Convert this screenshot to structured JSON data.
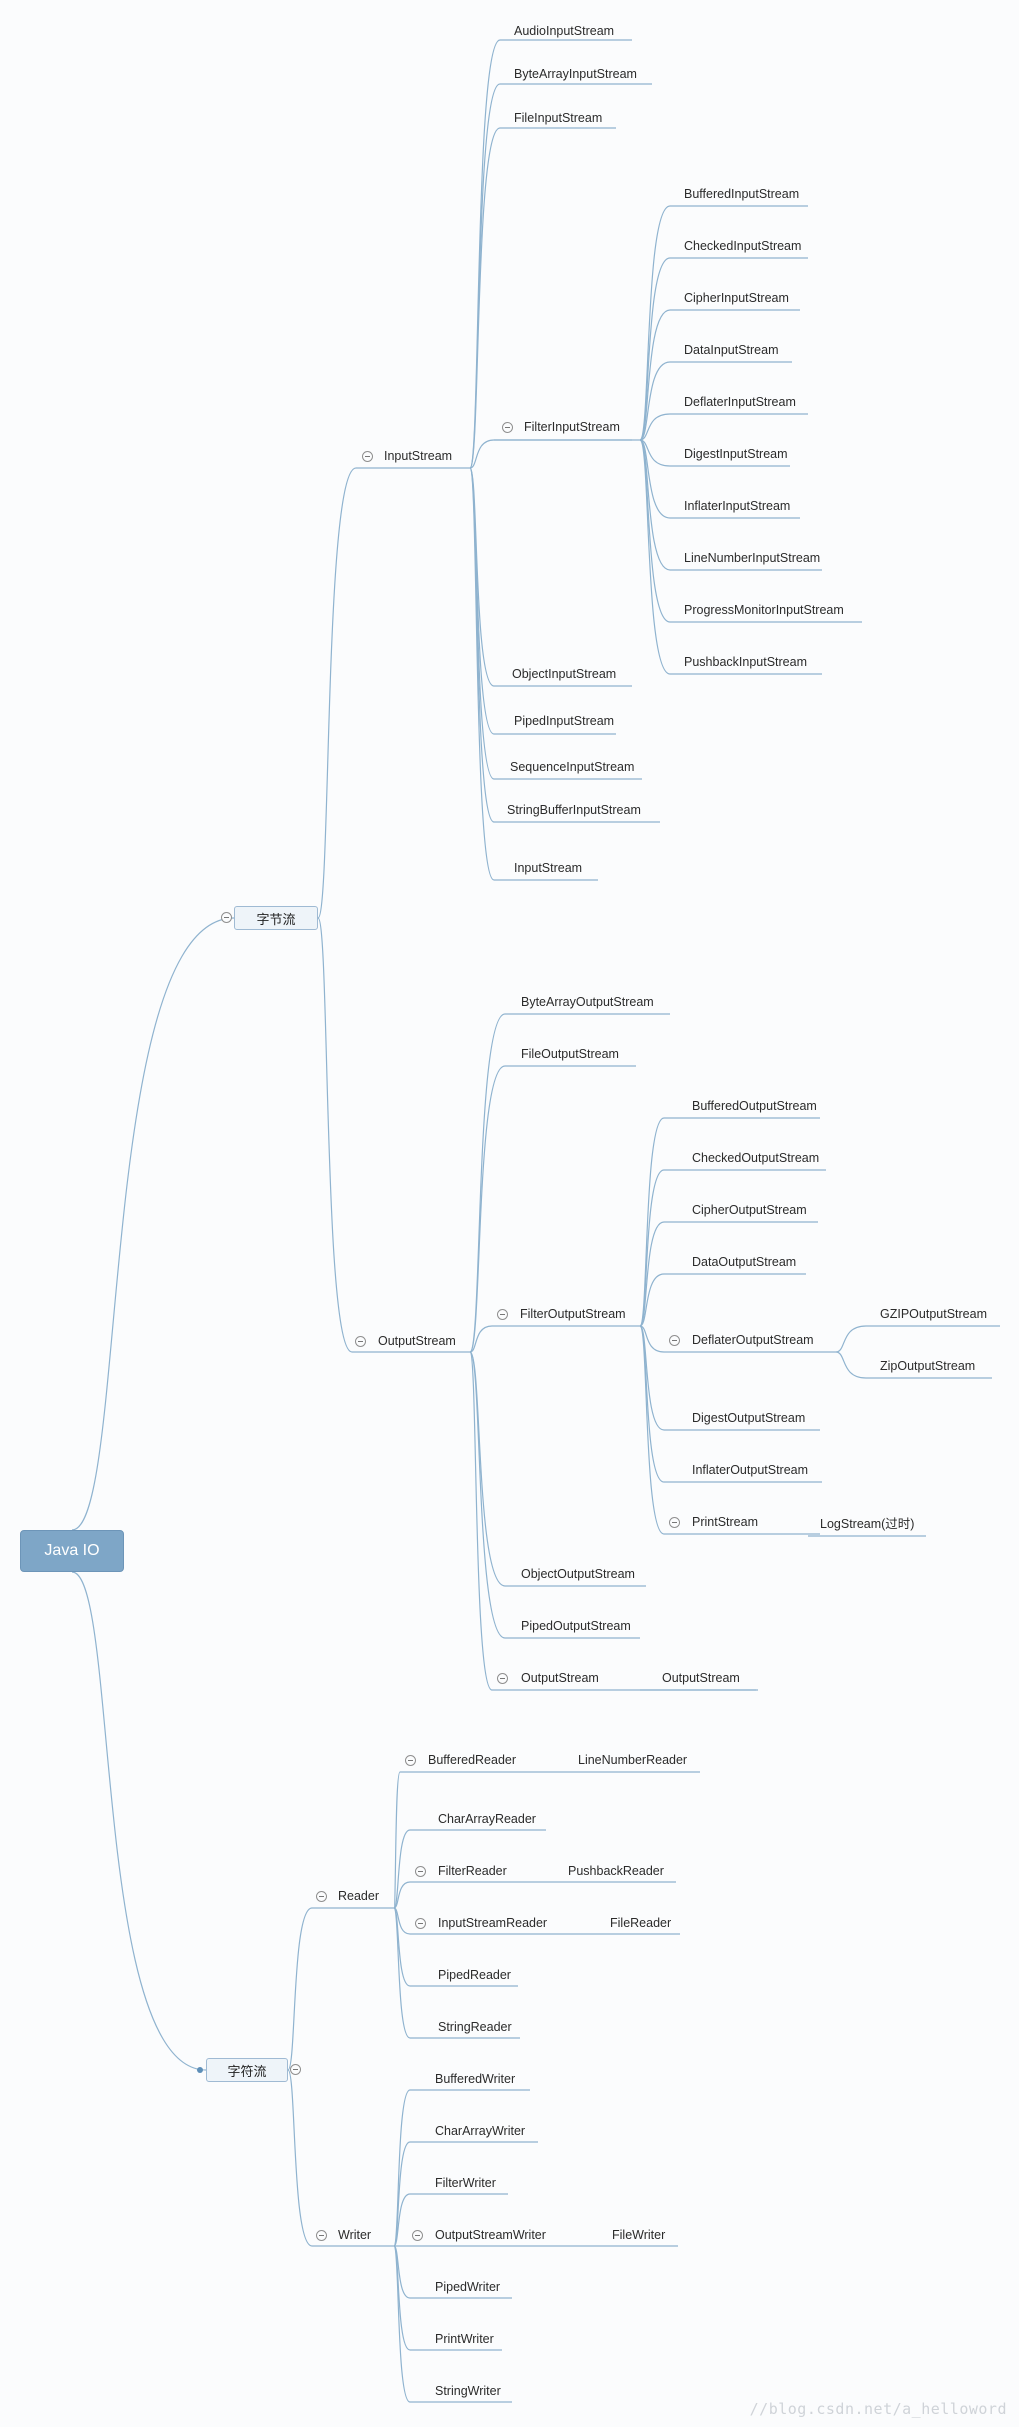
{
  "root": {
    "label": "Java IO"
  },
  "byte_stream": {
    "label": "字节流",
    "input": {
      "label": "InputStream",
      "audio": "AudioInputStream",
      "bytearray": "ByteArrayInputStream",
      "file": "FileInputStream",
      "filter": {
        "label": "FilterInputStream",
        "children": [
          "BufferedInputStream",
          "CheckedInputStream",
          "CipherInputStream",
          "DataInputStream",
          "DeflaterInputStream",
          "DigestInputStream",
          "InflaterInputStream",
          "LineNumberInputStream",
          "ProgressMonitorInputStream",
          "PushbackInputStream"
        ]
      },
      "object": "ObjectInputStream",
      "piped": "PipedInputStream",
      "sequence": "SequenceInputStream",
      "stringbuffer": "StringBufferInputStream",
      "inputstream": "InputStream"
    },
    "output": {
      "label": "OutputStream",
      "bytearray": "ByteArrayOutputStream",
      "file": "FileOutputStream",
      "filter": {
        "label": "FilterOutputStream",
        "buffered": "BufferedOutputStream",
        "checked": "CheckedOutputStream",
        "cipher": "CipherOutputStream",
        "data": "DataOutputStream",
        "deflater": {
          "label": "DeflaterOutputStream",
          "gzip": "GZIPOutputStream",
          "zip": "ZipOutputStream"
        },
        "digest": "DigestOutputStream",
        "inflater": "InflaterOutputStream",
        "print": {
          "label": "PrintStream",
          "log": "LogStream(过时)"
        }
      },
      "object": "ObjectOutputStream",
      "piped": "PipedOutputStream",
      "outputstream": {
        "label": "OutputStream",
        "child": "OutputStream"
      }
    }
  },
  "char_stream": {
    "label": "字符流",
    "reader": {
      "label": "Reader",
      "buffered": {
        "label": "BufferedReader",
        "child": "LineNumberReader"
      },
      "chararray": "CharArrayReader",
      "filter": {
        "label": "FilterReader",
        "child": "PushbackReader"
      },
      "inputstreamreader": {
        "label": "InputStreamReader",
        "child": "FileReader"
      },
      "piped": "PipedReader",
      "string": "StringReader"
    },
    "writer": {
      "label": "Writer",
      "buffered": "BufferedWriter",
      "chararray": "CharArrayWriter",
      "filter": "FilterWriter",
      "outputstreamwriter": {
        "label": "OutputStreamWriter",
        "child": "FileWriter"
      },
      "piped": "PipedWriter",
      "print": "PrintWriter",
      "string": "StringWriter"
    }
  },
  "watermark": "//blog.csdn.net/a_helloword",
  "colors": {
    "connector": "#8fb3cf",
    "root_fill": "#7ea6c7",
    "node_fill": "#eef4f9"
  }
}
